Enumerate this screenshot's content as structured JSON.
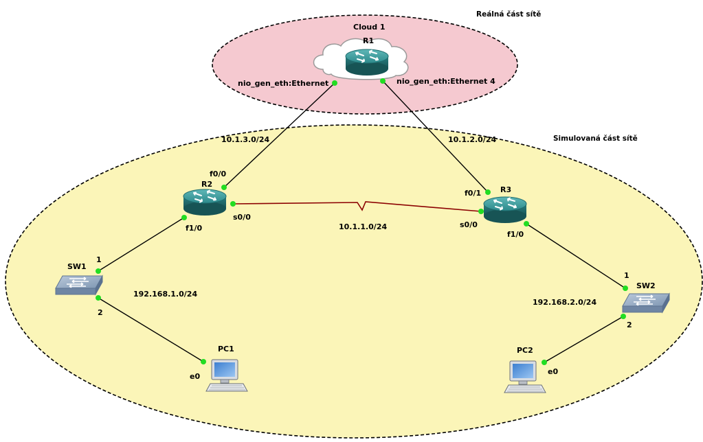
{
  "zones": {
    "real": {
      "label": "Reálná část sítě",
      "fill": "#f5c9d0"
    },
    "simulated": {
      "label": "Simulovaná část sítě",
      "fill": "#fbf5b8"
    }
  },
  "cloud": {
    "label": "Cloud 1"
  },
  "devices": {
    "r1": {
      "label": "R1",
      "icon": "router-icon"
    },
    "r2": {
      "label": "R2",
      "icon": "router-icon"
    },
    "r3": {
      "label": "R3",
      "icon": "router-icon"
    },
    "sw1": {
      "label": "SW1",
      "icon": "switch-icon"
    },
    "sw2": {
      "label": "SW2",
      "icon": "switch-icon"
    },
    "pc1": {
      "label": "PC1",
      "icon": "pc-icon"
    },
    "pc2": {
      "label": "PC2",
      "icon": "pc-icon"
    }
  },
  "interfaces": {
    "cloud_eth": "nio_gen_eth:Ethernet",
    "cloud_eth4": "nio_gen_eth:Ethernet 4",
    "r2_f00": "f0/0",
    "r2_s00": "s0/0",
    "r2_f10": "f1/0",
    "r3_f01": "f0/1",
    "r3_s00": "s0/0",
    "r3_f10": "f1/0",
    "sw1_p1": "1",
    "sw1_p2": "2",
    "sw2_p1": "1",
    "sw2_p2": "2",
    "pc1_e0": "e0",
    "pc2_e0": "e0"
  },
  "networks": {
    "net_10_1_3": "10.1.3.0/24",
    "net_10_1_2": "10.1.2.0/24",
    "net_10_1_1": "10.1.1.0/24",
    "net_192_168_1": "192.168.1.0/24",
    "net_192_168_2": "192.168.2.0/24"
  },
  "colors": {
    "link": "#000000",
    "serial_link": "#8b0000",
    "port_dot": "#22dd22",
    "router_body": "#2a8a8a",
    "switch_body": "#8fa4be"
  }
}
